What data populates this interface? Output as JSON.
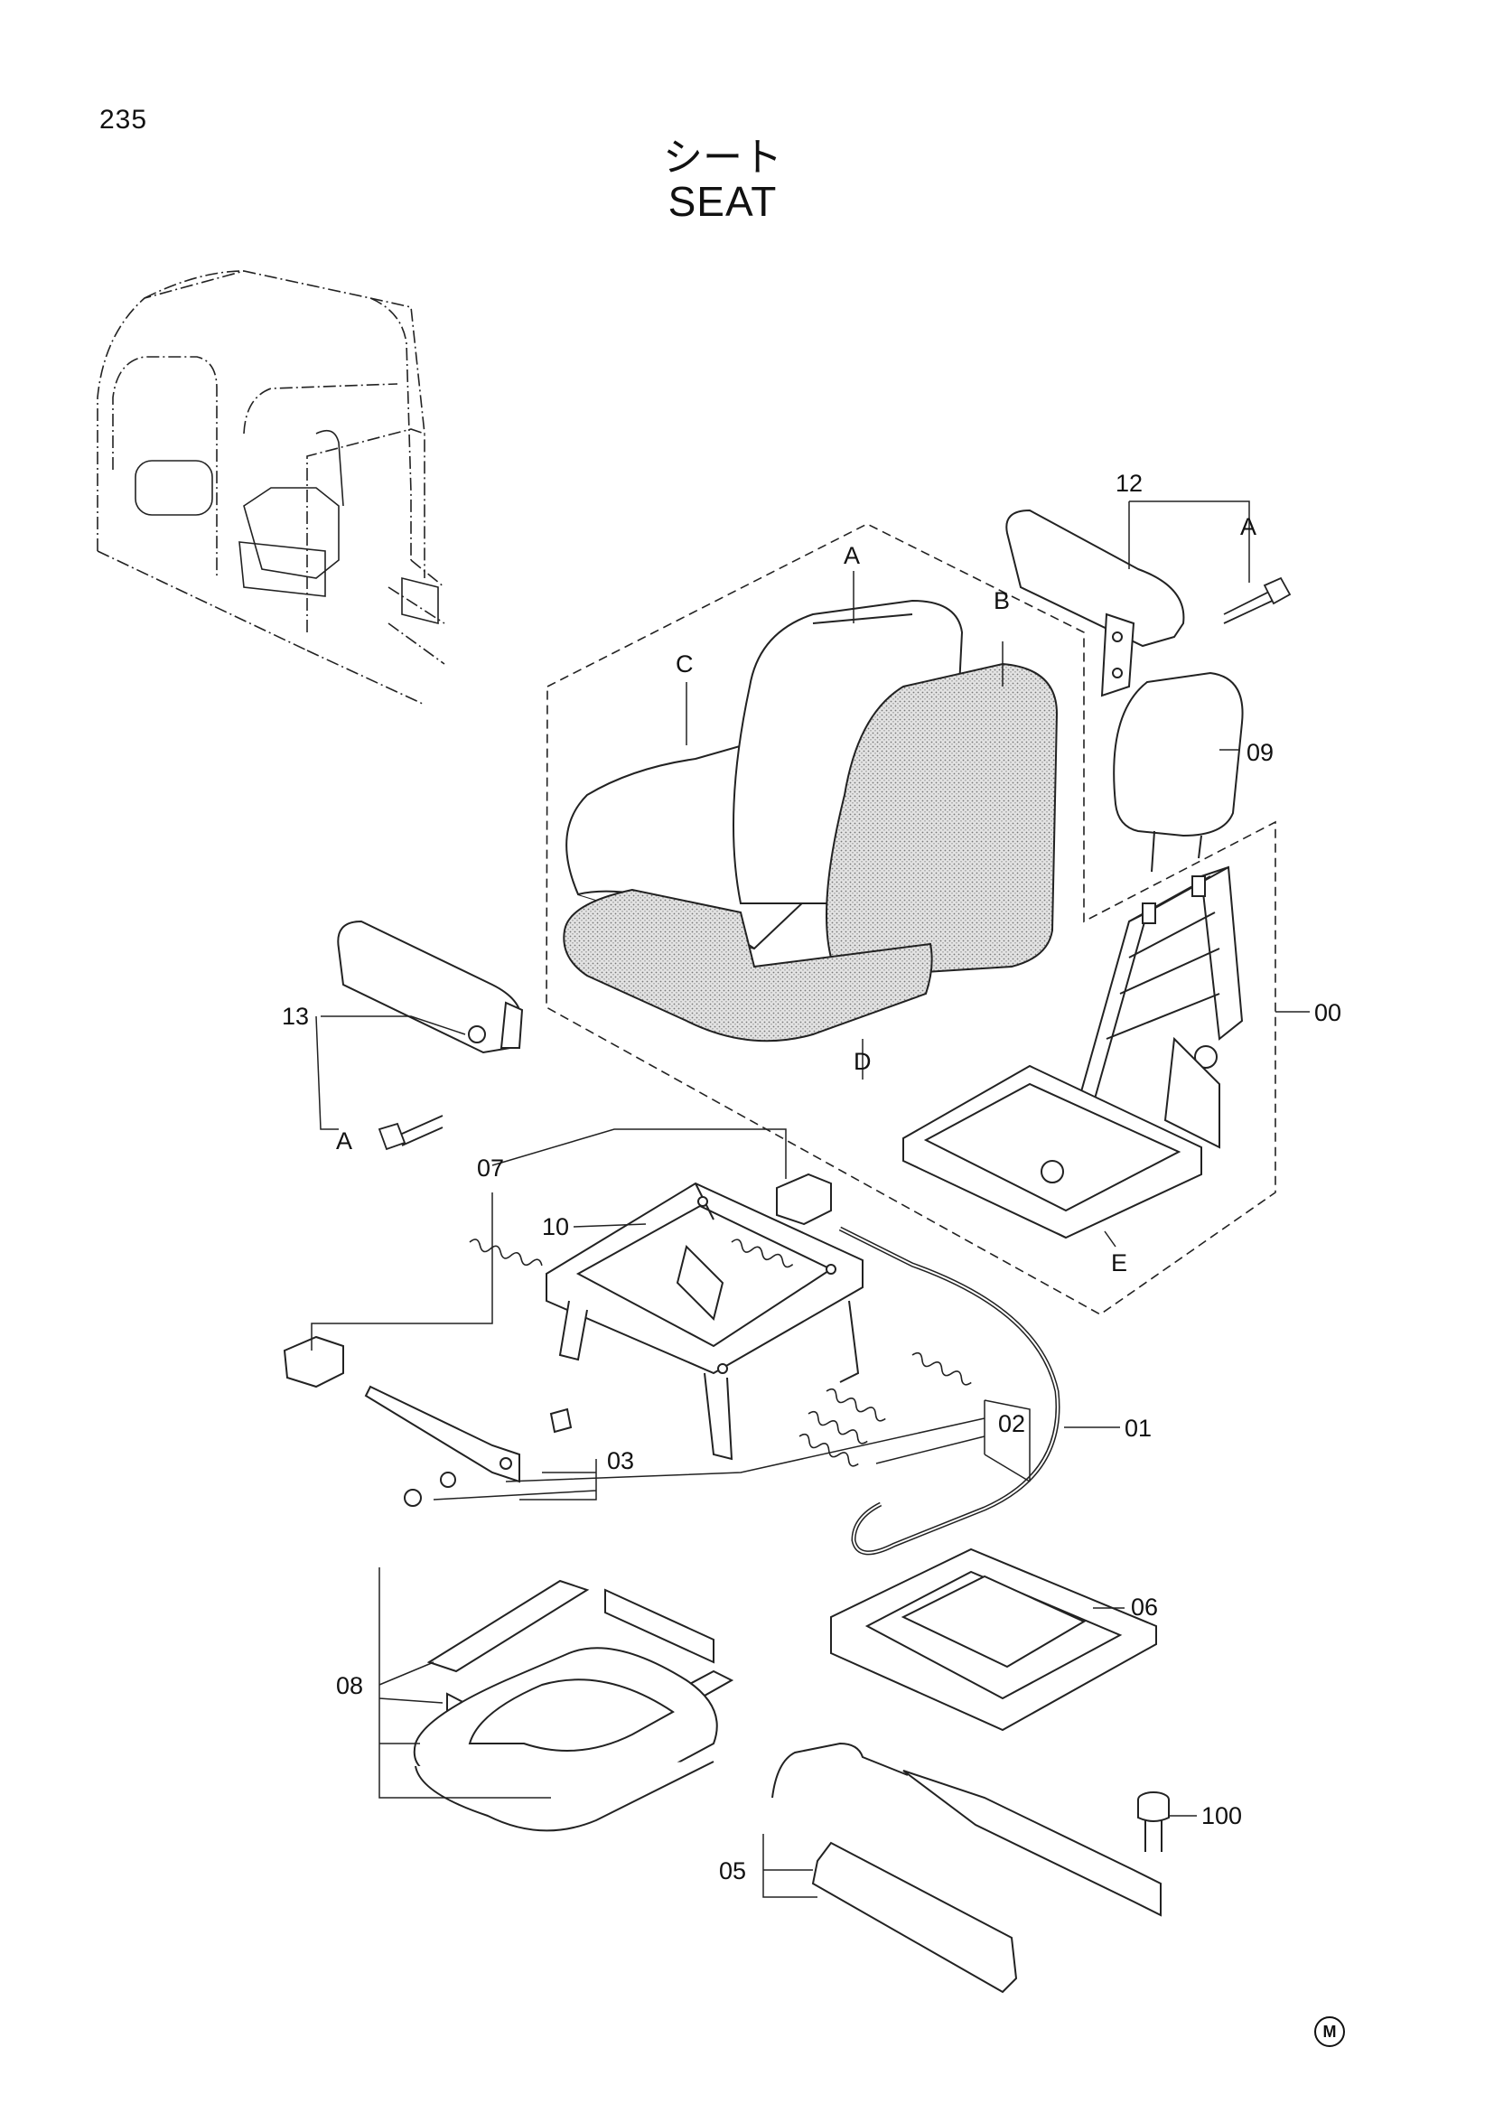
{
  "page_number": "235",
  "title": {
    "japanese": "シート",
    "english": "SEAT"
  },
  "callouts": {
    "c12": "12",
    "cA_top": "A",
    "cA_seat": "A",
    "cB": "B",
    "cC": "C",
    "cD": "D",
    "c09": "09",
    "c00": "00",
    "c13": "13",
    "cA_left": "A",
    "c07": "07",
    "c10": "10",
    "cE": "E",
    "c02": "02",
    "c01": "01",
    "c03": "03",
    "c06": "06",
    "c08": "08",
    "c100": "100",
    "c05": "05"
  },
  "manufacturer_mark": "M"
}
